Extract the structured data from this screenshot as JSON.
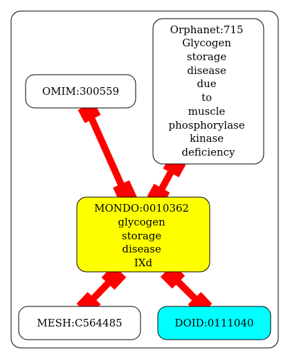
{
  "graph": {
    "nodes": [
      {
        "id": "omim",
        "lines": [
          "OMIM:300559"
        ],
        "fill": "#ffffff"
      },
      {
        "id": "orphanet",
        "lines": [
          "Orphanet:715",
          "Glycogen",
          "storage",
          "disease",
          "due",
          "to",
          "muscle",
          "phosphorylase",
          "kinase",
          "deficiency"
        ],
        "fill": "#ffffff"
      },
      {
        "id": "mondo",
        "lines": [
          "MONDO:0010362",
          "glycogen",
          "storage",
          "disease",
          "IXd"
        ],
        "fill": "#ffff00"
      },
      {
        "id": "mesh",
        "lines": [
          "MESH:C564485"
        ],
        "fill": "#ffffff"
      },
      {
        "id": "doid",
        "lines": [
          "DOID:0111040"
        ],
        "fill": "#00ffff"
      }
    ],
    "edges": [
      {
        "from": "omim",
        "to": "mondo",
        "color": "#ff0000"
      },
      {
        "from": "orphanet",
        "to": "mondo",
        "color": "#ff0000"
      },
      {
        "from": "mondo",
        "to": "mesh",
        "color": "#ff0000"
      },
      {
        "from": "mondo",
        "to": "doid",
        "color": "#ff0000"
      }
    ]
  }
}
